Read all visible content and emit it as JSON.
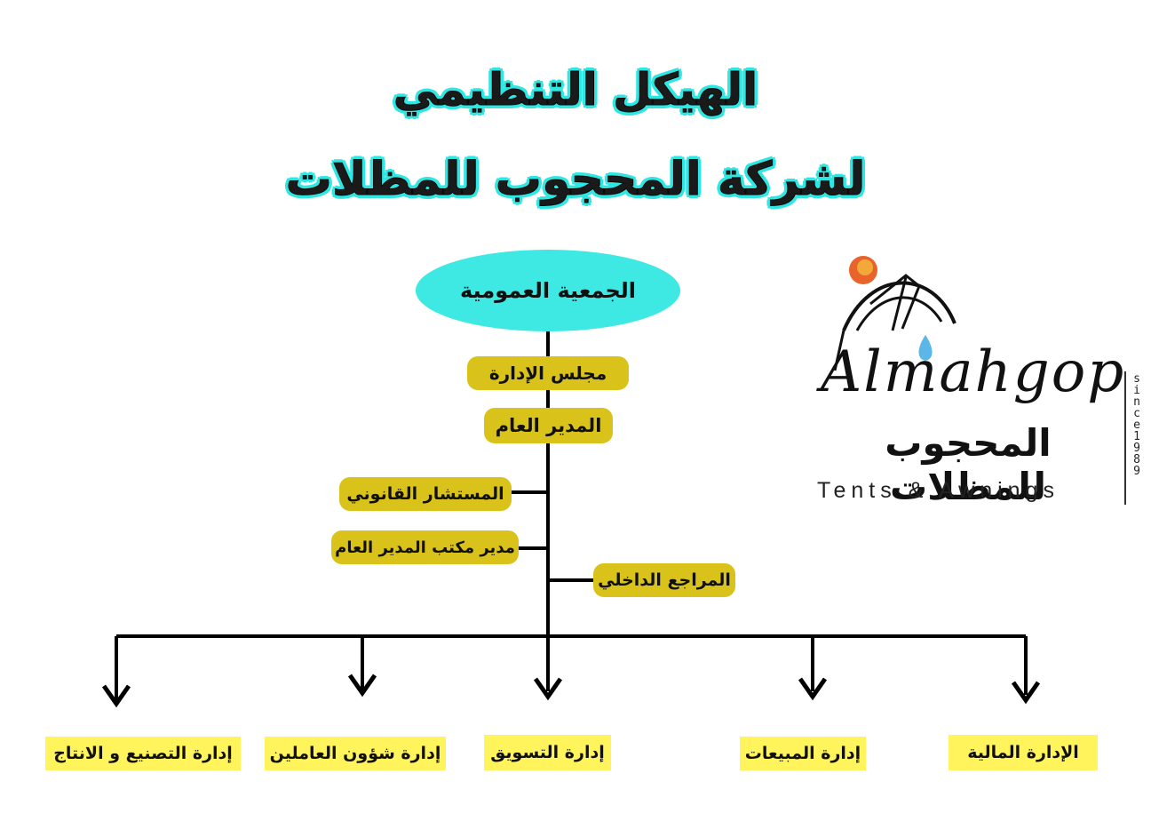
{
  "title": {
    "line1": "الهيكل التنظيمي",
    "line2": "لشركة المحجوب للمظلات"
  },
  "top_node": "الجمعية العمومية",
  "nodes": {
    "board": "مجلس الإدارة",
    "gm": "المدير العام",
    "legal": "المستشار القانوني",
    "office_manager": "مدير مكتب المدير العام",
    "auditor": "المراجع الداخلي"
  },
  "departments": [
    "إدارة التصنيع و الانتاج",
    "إدارة شؤون العاملين",
    "إدارة التسويق",
    "إدارة المبيعات",
    "الإدارة المالية"
  ],
  "logo": {
    "word": "Almahgop",
    "arabic": "المحجوب للمظلات",
    "tagline": "Tents & Awnings",
    "since": "since1989"
  },
  "colors": {
    "title_glow": "#2fe6e2",
    "oval": "#3ee9e4",
    "node": "#d9c31b",
    "department": "#fff45b",
    "sun": "#e8642a",
    "drop": "#5bb7e8"
  }
}
